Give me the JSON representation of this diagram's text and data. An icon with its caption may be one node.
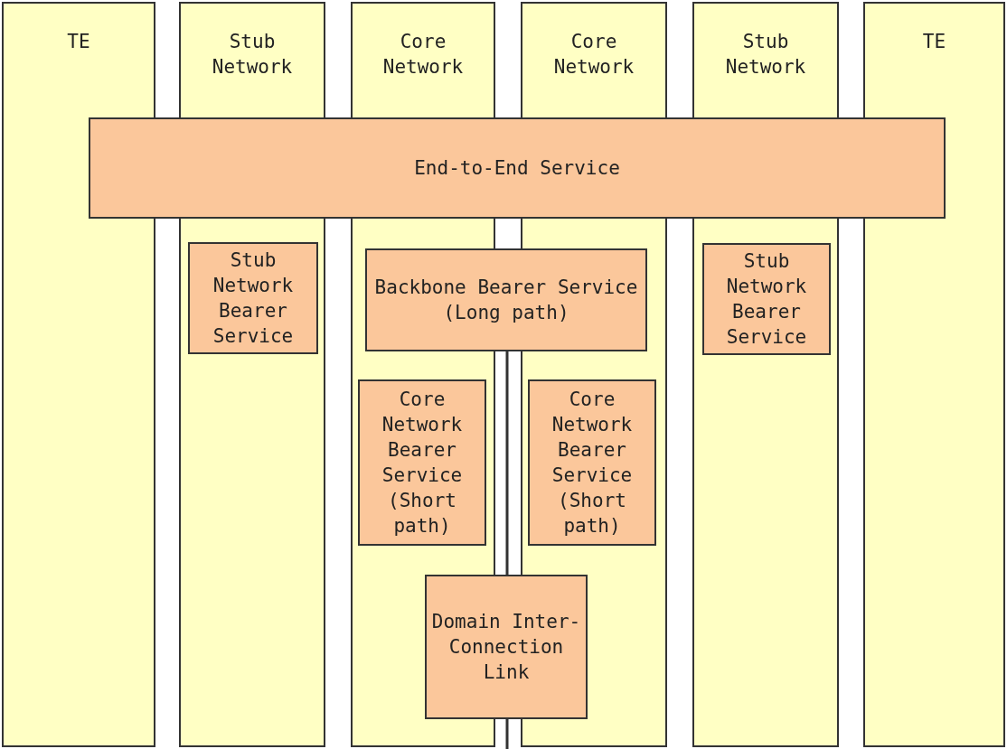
{
  "diagram": {
    "nodes": [
      {
        "text": [
          "TE"
        ]
      },
      {
        "text": [
          "Stub Network"
        ]
      },
      {
        "text": [
          "Core Network"
        ]
      },
      {
        "text": [
          "Core Network"
        ]
      },
      {
        "text": [
          "Stub Network"
        ]
      },
      {
        "text": [
          "TE"
        ]
      },
      {
        "text": [
          "End-to-End Service"
        ]
      },
      {
        "text": [
          "Stub Network Bearer Service"
        ],
        "in": 1
      },
      {
        "text": [
          "Backbone Bearer Service (Long path)"
        ]
      },
      {
        "text": [
          "Core Network Bearer Service (Short path)"
        ],
        "in": 2
      },
      {
        "text": [
          "Core Network Bearer Service (Short path)"
        ],
        "in": 3
      },
      {
        "text": [
          "Stub Network Bearer Service"
        ],
        "in": 4
      },
      {
        "text": [
          "Domain Inter-Connection Link"
        ]
      }
    ],
    "edges": [
      {
        "from": 8,
        "to": 12,
        "arrow": "none"
      }
    ]
  }
}
